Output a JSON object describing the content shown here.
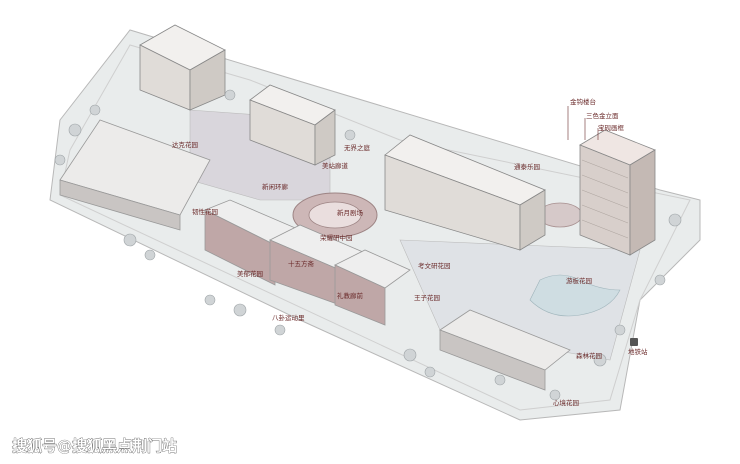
{
  "labels": {
    "dayan_garden": "达克花园",
    "wujie": "无界之庭",
    "youyi_corridor": "美站廊道",
    "xinkan_corner": "新闲环廊",
    "tongtong_park": "通泰乐园",
    "xinyue_theater": "新月剧场",
    "fangfan_center": "荣耀研中园",
    "tiaoqi_garden": "韧性花园",
    "shiwu_fangzhai": "十五方斋",
    "meiyu_garden": "美郁花园",
    "xuanshi_pavilion": "礼教廊前",
    "bagua_plaza": "八卦运动里",
    "kaowen_garden": "考文研花园",
    "wangzi_garden": "王子花园",
    "xiaoban_garden": "游板花园",
    "qiaolin_garden": "森林花园",
    "xinyuan_garden": "心境花园",
    "metro": "地铁站",
    "jingou_tower": "金钩楼台",
    "sanse_facade": "三色金立面",
    "baoyan_frame": "宝砚画框"
  },
  "watermark": "搜狐号@搜狐黑点荆门站"
}
